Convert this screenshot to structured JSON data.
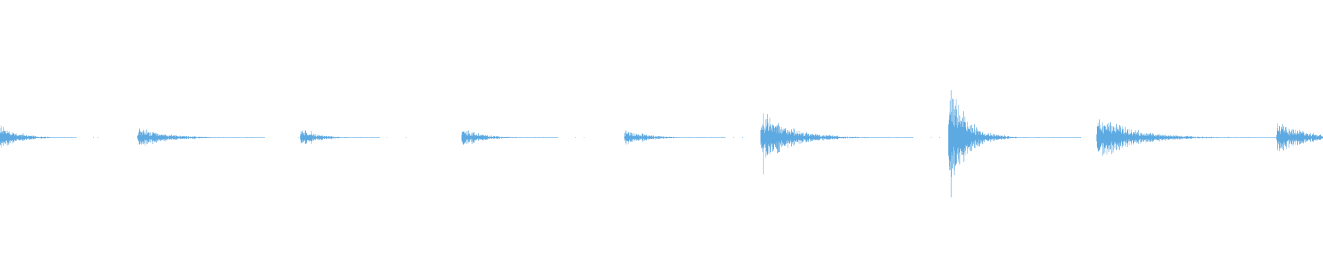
{
  "waveform": {
    "color": "#5DA9E1",
    "background": "#FFFFFF",
    "bursts": [
      {
        "start": 0.0,
        "duration": 0.058,
        "peak": 0.11,
        "decay": 0.22
      },
      {
        "start": 0.104,
        "duration": 0.096,
        "peak": 0.09,
        "decay": 0.2
      },
      {
        "start": 0.227,
        "duration": 0.06,
        "peak": 0.08,
        "decay": 0.2
      },
      {
        "start": 0.349,
        "duration": 0.073,
        "peak": 0.08,
        "decay": 0.2
      },
      {
        "start": 0.472,
        "duration": 0.076,
        "peak": 0.07,
        "decay": 0.2
      },
      {
        "start": 0.575,
        "duration": 0.115,
        "peak": 0.23,
        "decay": 0.18
      },
      {
        "start": 0.717,
        "duration": 0.1,
        "peak": 0.52,
        "decay": 0.12
      },
      {
        "start": 0.829,
        "duration": 0.139,
        "peak": 0.2,
        "decay": 0.18
      },
      {
        "start": 0.965,
        "duration": 0.035,
        "peak": 0.14,
        "decay": 0.6
      }
    ]
  }
}
